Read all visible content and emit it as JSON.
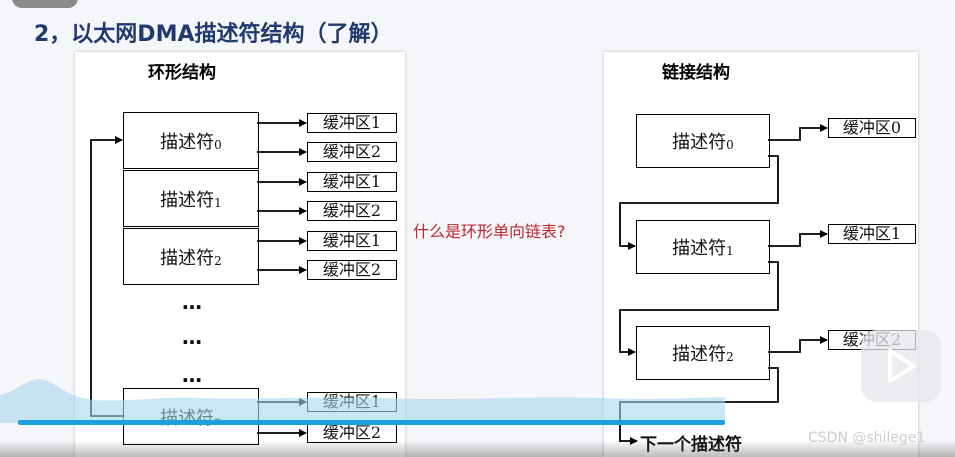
{
  "title": "2，以太网DMA描述符结构（了解）",
  "ring": {
    "title": "环形结构",
    "descriptor_label": "描述符",
    "descriptors": [
      {
        "sub": "0",
        "buffers": [
          "缓冲区1",
          "缓冲区2"
        ]
      },
      {
        "sub": "1",
        "buffers": [
          "缓冲区1",
          "缓冲区2"
        ]
      },
      {
        "sub": "2",
        "buffers": [
          "缓冲区1",
          "缓冲区2"
        ]
      },
      {
        "sub": "n",
        "buffers": [
          "缓冲区1",
          "缓冲区2"
        ]
      }
    ],
    "ellipsis": [
      "…",
      "…",
      "…"
    ]
  },
  "question": "什么是环形单向链表?",
  "chain": {
    "title": "链接结构",
    "descriptor_label": "描述符",
    "descriptors": [
      {
        "sub": "0",
        "buffer": "缓冲区0"
      },
      {
        "sub": "1",
        "buffer": "缓冲区1"
      },
      {
        "sub": "2",
        "buffer": "缓冲区2"
      }
    ],
    "next_label": "下一个描述符"
  },
  "watermark": "CSDN @shilege1",
  "colors": {
    "title": "#1f3a6e",
    "question": "#c0272d",
    "progress": "#1aa0dc",
    "wave": "#a9d7ee"
  },
  "icons": {
    "play": "play-icon",
    "pill": "top-pill"
  }
}
